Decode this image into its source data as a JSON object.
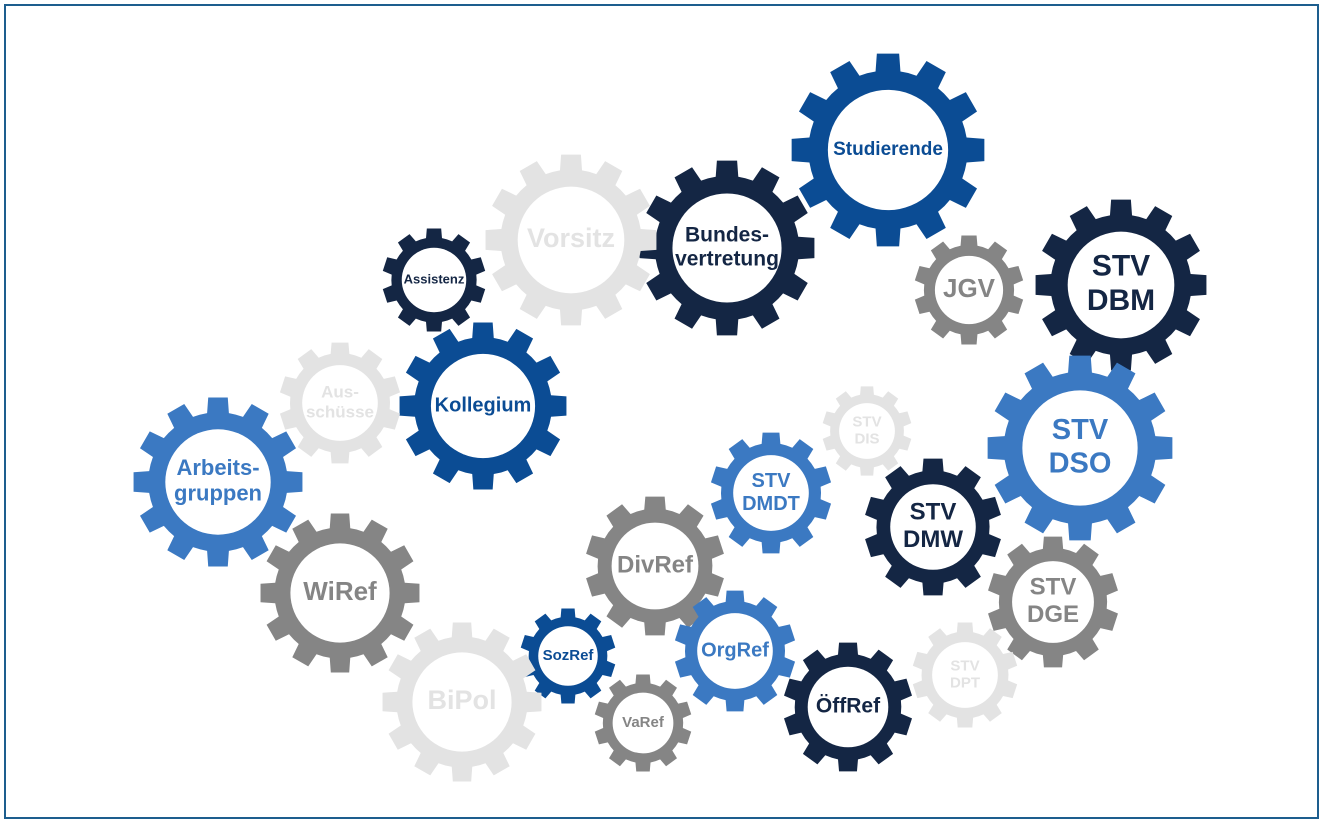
{
  "colors": {
    "dark_navy": "#142644",
    "mid_blue": "#0b4c94",
    "light_blue": "#3b79c2",
    "gray": "#858585",
    "light_gray": "#e3e3e3",
    "white": "#ffffff",
    "frame": "#1d5e8e"
  },
  "gears": [
    {
      "id": "studierende",
      "lines": [
        "Studierende"
      ],
      "color": "mid_blue",
      "text": "mid_blue"
    },
    {
      "id": "bundesvertretung",
      "lines": [
        "Bundes-",
        "vertretung"
      ],
      "color": "dark_navy",
      "text": "dark_navy"
    },
    {
      "id": "vorsitz",
      "lines": [
        "Vorsitz"
      ],
      "color": "light_gray",
      "text": "light_gray"
    },
    {
      "id": "assistenz",
      "lines": [
        "Assistenz"
      ],
      "color": "dark_navy",
      "text": "dark_navy"
    },
    {
      "id": "jgv",
      "lines": [
        "JGV"
      ],
      "color": "gray",
      "text": "gray"
    },
    {
      "id": "stv-dbm",
      "lines": [
        "STV",
        "DBM"
      ],
      "color": "dark_navy",
      "text": "dark_navy"
    },
    {
      "id": "kollegium",
      "lines": [
        "Kollegium"
      ],
      "color": "mid_blue",
      "text": "mid_blue"
    },
    {
      "id": "ausschuesse",
      "lines": [
        "Aus-",
        "schüsse"
      ],
      "color": "light_gray",
      "text": "light_gray"
    },
    {
      "id": "arbeitsgruppen",
      "lines": [
        "Arbeits-",
        "gruppen"
      ],
      "color": "light_blue",
      "text": "light_blue"
    },
    {
      "id": "stv-dso",
      "lines": [
        "STV",
        "DSO"
      ],
      "color": "light_blue",
      "text": "light_blue"
    },
    {
      "id": "stv-dis",
      "lines": [
        "STV",
        "DIS"
      ],
      "color": "light_gray",
      "text": "light_gray"
    },
    {
      "id": "stv-dmdt",
      "lines": [
        "STV",
        "DMDT"
      ],
      "color": "light_blue",
      "text": "light_blue"
    },
    {
      "id": "stv-dmw",
      "lines": [
        "STV",
        "DMW"
      ],
      "color": "dark_navy",
      "text": "dark_navy"
    },
    {
      "id": "divref",
      "lines": [
        "DivRef"
      ],
      "color": "gray",
      "text": "gray"
    },
    {
      "id": "wiref",
      "lines": [
        "WiRef"
      ],
      "color": "gray",
      "text": "gray"
    },
    {
      "id": "stv-dge",
      "lines": [
        "STV",
        "DGE"
      ],
      "color": "gray",
      "text": "gray"
    },
    {
      "id": "sozref",
      "lines": [
        "SozRef"
      ],
      "color": "mid_blue",
      "text": "mid_blue"
    },
    {
      "id": "orgref",
      "lines": [
        "OrgRef"
      ],
      "color": "light_blue",
      "text": "light_blue"
    },
    {
      "id": "bipol",
      "lines": [
        "BiPol"
      ],
      "color": "light_gray",
      "text": "light_gray"
    },
    {
      "id": "stv-dpt",
      "lines": [
        "STV",
        "DPT"
      ],
      "color": "light_gray",
      "text": "light_gray"
    },
    {
      "id": "varef",
      "lines": [
        "VaRef"
      ],
      "color": "gray",
      "text": "gray"
    },
    {
      "id": "oeffref",
      "lines": [
        "ÖffRef"
      ],
      "color": "dark_navy",
      "text": "dark_navy"
    }
  ]
}
